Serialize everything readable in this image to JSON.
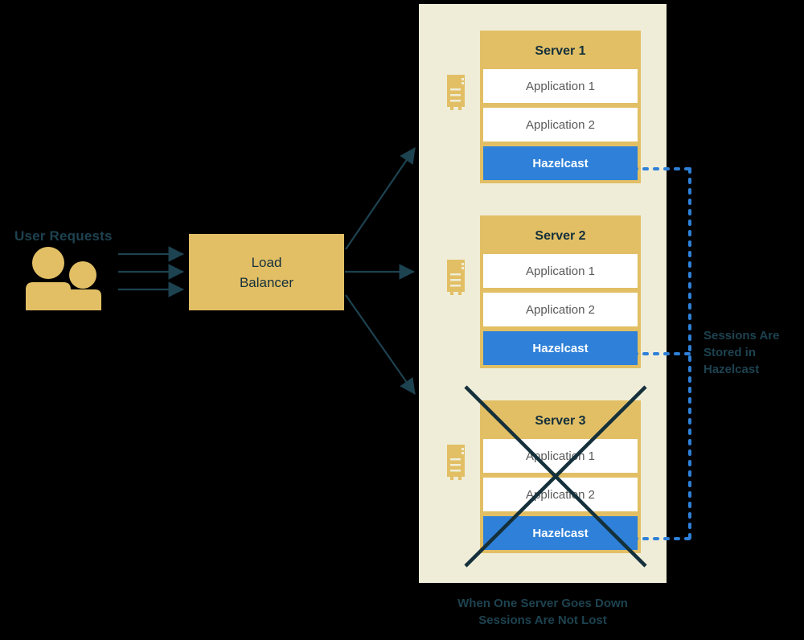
{
  "colors": {
    "background": "#000000",
    "panel_beige": "#EFEDD8",
    "gold": "#E2BF65",
    "hazelcast_blue": "#2E80D8",
    "dark_teal": "#1D4250",
    "arrow_teal": "#1D4250",
    "app_white": "#FFFFFF",
    "app_text_gray": "#595959"
  },
  "left": {
    "user_requests_label": "User Requests",
    "users_icon": "users-icon",
    "request_arrows": 3
  },
  "load_balancer": {
    "line1": "Load",
    "line2": "Balancer"
  },
  "cluster": {
    "servers": [
      {
        "title": "Server 1",
        "rack_icon": "server-rack-icon",
        "apps": [
          "Application 1",
          "Application 2"
        ],
        "cache": "Hazelcast",
        "down": false
      },
      {
        "title": "Server 2",
        "rack_icon": "server-rack-icon",
        "apps": [
          "Application 1",
          "Application 2"
        ],
        "cache": "Hazelcast",
        "down": false
      },
      {
        "title": "Server 3",
        "rack_icon": "server-rack-icon",
        "apps": [
          "Application 1",
          "Application 2"
        ],
        "cache": "Hazelcast",
        "down": true
      }
    ]
  },
  "annotations": {
    "sessions_label_line1": "Sessions Are",
    "sessions_label_line2": "Stored in",
    "sessions_label_line3": "Hazelcast",
    "caption_line1": "When One Server Goes Down",
    "caption_line2": "Sessions Are Not Lost"
  }
}
